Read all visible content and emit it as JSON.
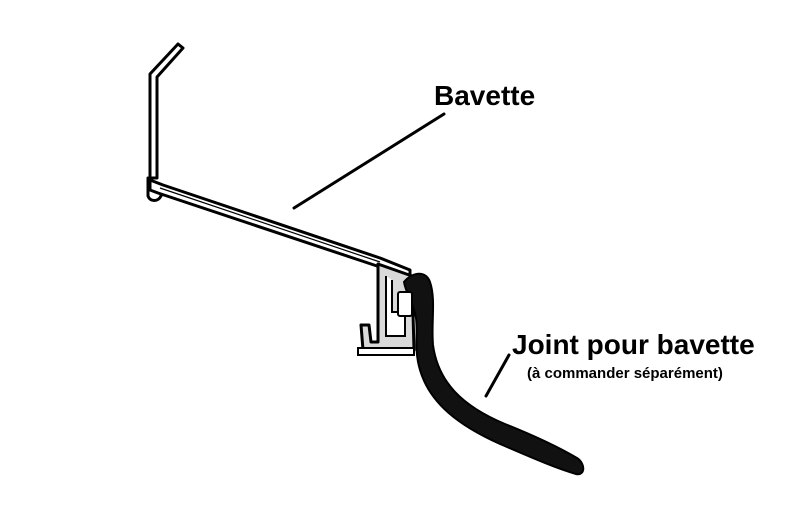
{
  "labels": {
    "bavette": "Bavette",
    "joint": "Joint pour bavette",
    "joint_note": "(à commander séparément)"
  },
  "colors": {
    "ink": "#000000",
    "metal_fill": "#ffffff",
    "metal_shade": "#d9d9d9",
    "seal": "#111111"
  }
}
